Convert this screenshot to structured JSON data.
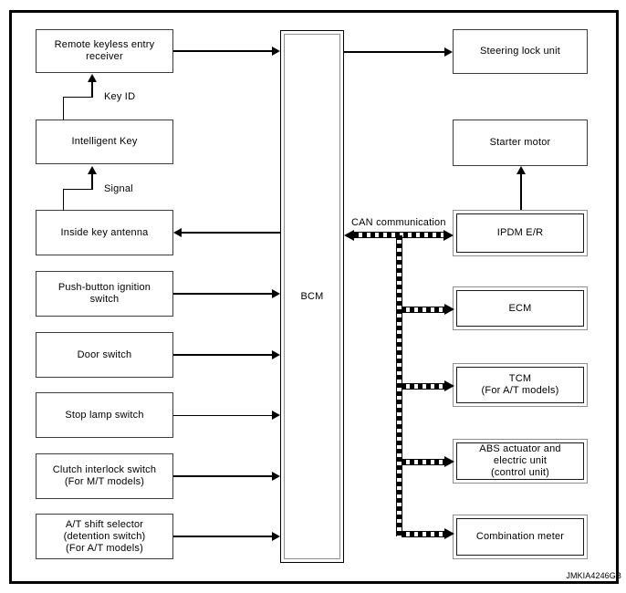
{
  "labels": {
    "key_id": "Key ID",
    "signal": "Signal",
    "can": "CAN communication",
    "watermark": "JMKIA4246GB"
  },
  "center": {
    "bcm": "BCM"
  },
  "left_column": [
    {
      "id": "remote-keyless-entry-receiver",
      "label": [
        "Remote keyless entry",
        "receiver"
      ]
    },
    {
      "id": "intelligent-key",
      "label": "Intelligent Key"
    },
    {
      "id": "inside-key-antenna",
      "label": "Inside key antenna"
    },
    {
      "id": "push-button-ignition-switch",
      "label": [
        "Push-button ignition",
        "switch"
      ]
    },
    {
      "id": "door-switch",
      "label": "Door switch"
    },
    {
      "id": "stop-lamp-switch",
      "label": "Stop lamp switch"
    },
    {
      "id": "clutch-interlock-switch",
      "label": [
        "Clutch interlock switch",
        "(For M/T models)"
      ]
    },
    {
      "id": "at-shift-selector",
      "label": [
        "A/T shift selector",
        "(detention switch)",
        "(For A/T models)"
      ]
    }
  ],
  "right_column": [
    {
      "id": "steering-lock-unit",
      "label": "Steering lock unit",
      "border": "single"
    },
    {
      "id": "starter-motor",
      "label": "Starter motor",
      "border": "single"
    },
    {
      "id": "ipdm-er",
      "label": "IPDM E/R",
      "border": "double"
    },
    {
      "id": "ecm",
      "label": "ECM",
      "border": "double"
    },
    {
      "id": "tcm",
      "label": [
        "TCM",
        "(For A/T models)"
      ],
      "border": "double"
    },
    {
      "id": "abs-actuator",
      "label": [
        "ABS actuator and",
        "electric unit",
        "(control unit)"
      ],
      "border": "double"
    },
    {
      "id": "combination-meter",
      "label": "Combination meter",
      "border": "double"
    }
  ],
  "colors": {
    "line": "#000000",
    "single_border": "#3d3d3d",
    "double_outer": "#8f8f8f",
    "background": "#ffffff"
  }
}
